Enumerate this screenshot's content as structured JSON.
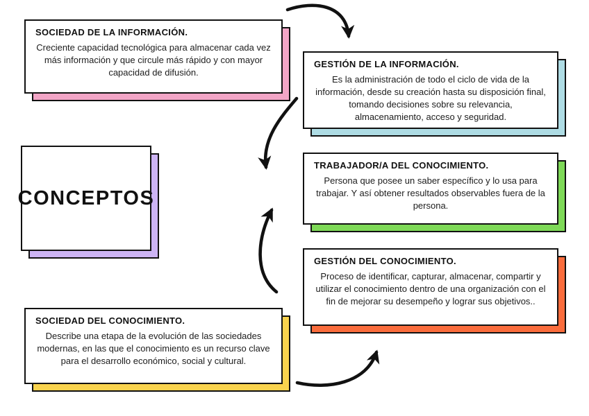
{
  "page": {
    "background": "#ffffff",
    "stroke_color": "#111111"
  },
  "center": {
    "title": "CONCEPTOS",
    "accent": "#CDB4F4"
  },
  "boxes": [
    {
      "id": "sociedad-de-la-informacion",
      "title": "SOCIEDAD DE LA INFORMACIÓN.",
      "body": "Creciente capacidad tecnológica para almacenar cada vez más información y que circule más rápido y con mayor capacidad de difusión.",
      "accent": "#F2A5C6"
    },
    {
      "id": "gestion-de-la-informacion",
      "title": "GESTIÓN DE LA INFORMACIÓN.",
      "body": "Es la administración de todo el ciclo de vida de la información, desde su creación hasta su disposición final, tomando decisiones sobre su relevancia, almacenamiento, acceso y seguridad.",
      "accent": "#AEDCE4"
    },
    {
      "id": "trabajador-del-conocimiento",
      "title": "TRABAJADOR/A DEL CONOCIMIENTO.",
      "body": "Persona que posee un saber específico y lo usa para trabajar. Y así obtener resultados observables fuera de la persona.",
      "accent": "#7ED957"
    },
    {
      "id": "gestion-del-conocimiento",
      "title": "GESTIÓN DEL CONOCIMIENTO.",
      "body": "Proceso de identificar, capturar, almacenar, compartir y utilizar el conocimiento dentro de una organización con el fin de mejorar su desempeño y lograr sus objetivos..",
      "accent": "#FA6C3C"
    },
    {
      "id": "sociedad-del-conocimiento",
      "title": "SOCIEDAD DEL CONOCIMIENTO.",
      "body": "Describe una etapa de la evolución de las sociedades modernas, en las que el conocimiento es un recurso clave para el desarrollo económico, social y cultural.",
      "accent": "#F9D34E"
    }
  ]
}
